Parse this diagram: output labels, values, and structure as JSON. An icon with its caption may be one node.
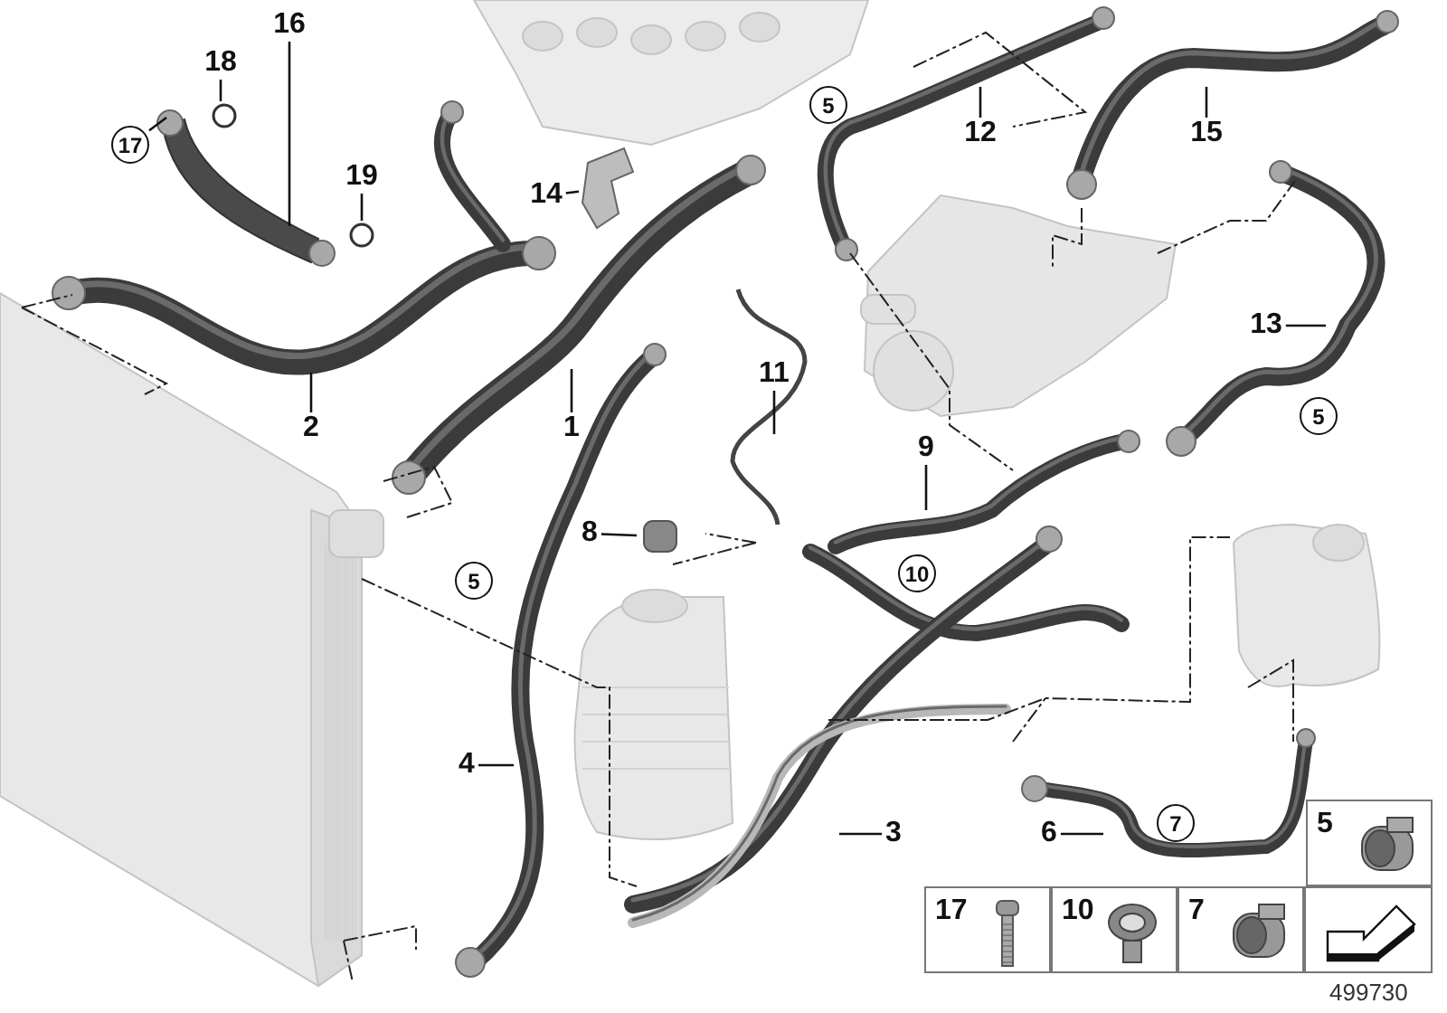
{
  "diagram": {
    "nodes": [
      {
        "text": [
          "16"
        ]
      },
      {
        "text": [
          "18"
        ]
      },
      {
        "text": [
          "17"
        ]
      },
      {
        "text": [
          "19"
        ]
      },
      {
        "text": [
          "14"
        ]
      },
      {
        "text": [
          "2"
        ]
      },
      {
        "text": [
          "1"
        ]
      },
      {
        "text": [
          "5"
        ]
      },
      {
        "text": [
          "12"
        ]
      },
      {
        "text": [
          "15"
        ]
      },
      {
        "text": [
          "13"
        ]
      },
      {
        "text": [
          "5"
        ]
      },
      {
        "text": [
          "11"
        ]
      },
      {
        "text": [
          "9"
        ]
      },
      {
        "text": [
          "8"
        ]
      },
      {
        "text": [
          "10"
        ]
      },
      {
        "text": [
          "5"
        ]
      },
      {
        "text": [
          "4"
        ]
      },
      {
        "text": [
          "3"
        ]
      },
      {
        "text": [
          "6"
        ]
      },
      {
        "text": [
          "7"
        ]
      },
      {
        "text": [
          "5"
        ]
      },
      {
        "text": [
          "17"
        ]
      },
      {
        "text": [
          "10"
        ]
      },
      {
        "text": [
          "7"
        ]
      },
      {
        "text": [],
        "shape": "box"
      },
      {
        "text": [],
        "shape": "picture"
      }
    ],
    "edges": [
      {
        "from": 0,
        "to": null,
        "arrow": "none"
      },
      {
        "from": 1,
        "to": null,
        "arrow": "none"
      },
      {
        "from": 2,
        "to": null,
        "arrow": "none"
      },
      {
        "from": 3,
        "to": null,
        "arrow": "none"
      },
      {
        "from": 4,
        "to": 26,
        "arrow": "none"
      },
      {
        "from": 5,
        "to": null,
        "arrow": "none"
      },
      {
        "from": 6,
        "to": null,
        "arrow": "none"
      },
      {
        "from": 8,
        "to": null,
        "arrow": "none"
      },
      {
        "from": 9,
        "to": null,
        "arrow": "none"
      },
      {
        "from": 10,
        "to": null,
        "arrow": "none"
      },
      {
        "from": 12,
        "to": null,
        "arrow": "none"
      },
      {
        "from": 13,
        "to": null,
        "arrow": "none"
      },
      {
        "from": 14,
        "to": null,
        "arrow": "none"
      },
      {
        "from": 17,
        "to": null,
        "arrow": "none"
      },
      {
        "from": 18,
        "to": null,
        "arrow": "none"
      },
      {
        "from": 19,
        "to": null,
        "arrow": "none"
      }
    ],
    "labels": [
      "499730"
    ]
  }
}
